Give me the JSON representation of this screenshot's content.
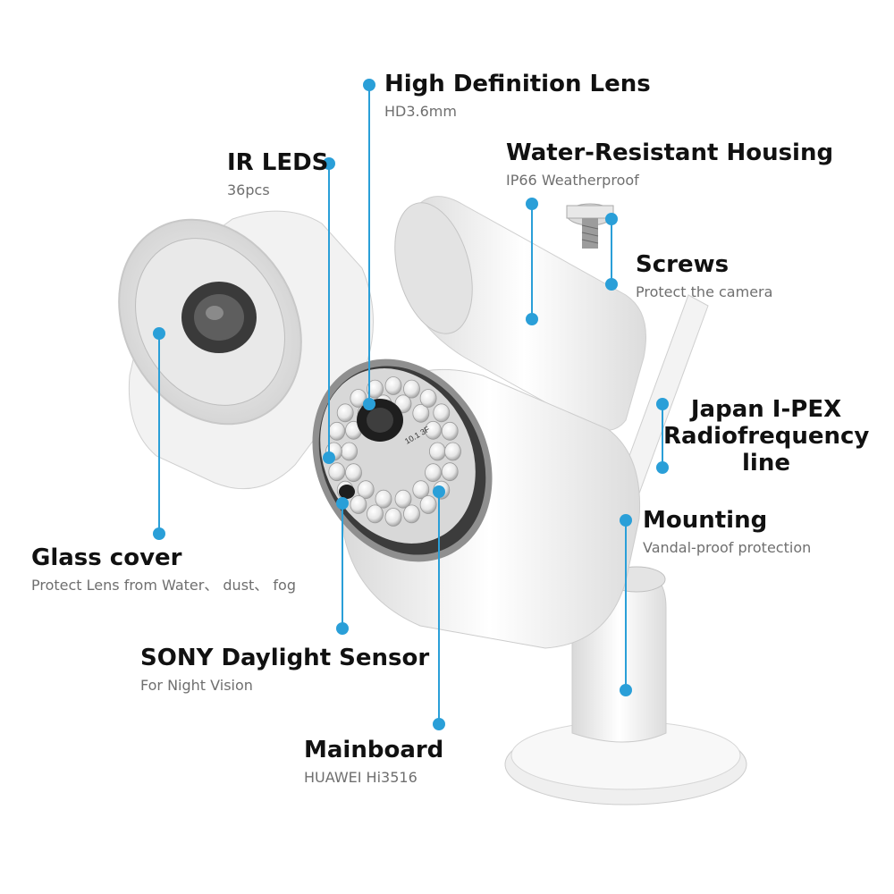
{
  "accent_color": "#2a9fd8",
  "callouts": {
    "lens": {
      "title": "High Definition Lens",
      "sub": "HD3.6mm"
    },
    "housing": {
      "title": "Water-Resistant Housing",
      "sub": "IP66 Weatherproof"
    },
    "ir": {
      "title": "IR LEDS",
      "sub": "36pcs"
    },
    "screws": {
      "title": "Screws",
      "sub": "Protect the camera"
    },
    "ipex": {
      "title_lines": [
        "Japan I-PEX",
        "Radiofrequency",
        "line"
      ]
    },
    "mounting": {
      "title": "Mounting",
      "sub": "Vandal-proof protection"
    },
    "glass": {
      "title": "Glass cover",
      "sub": "Protect Lens from Water、 dust、 fog"
    },
    "sensor": {
      "title": "SONY Daylight Sensor",
      "sub": "For Night Vision"
    },
    "mainboard": {
      "title": "Mainboard",
      "sub": "HUAWEI Hi3516"
    }
  },
  "lens_print": "10.1 3F"
}
